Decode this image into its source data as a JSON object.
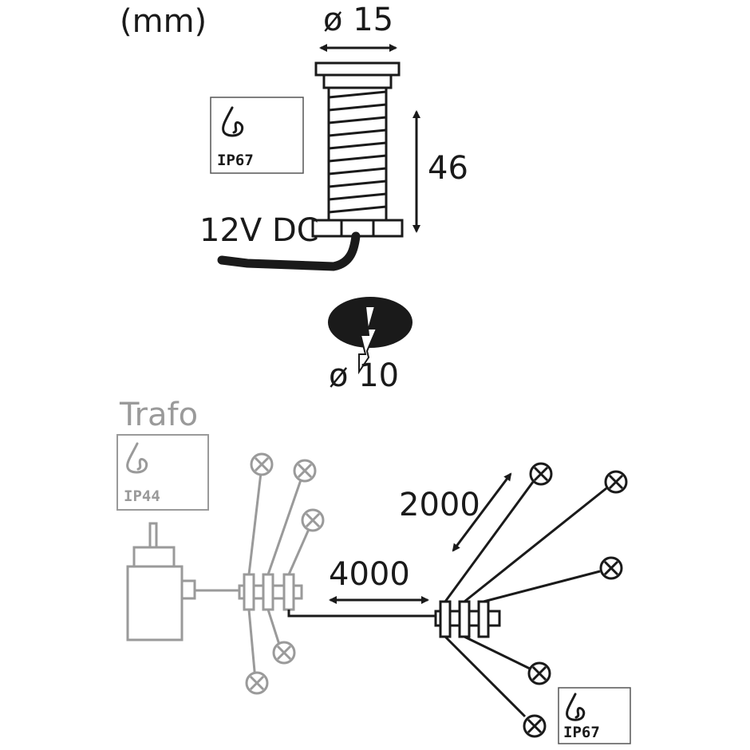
{
  "labels": {
    "unit": "(mm)",
    "diameter_top": "ø 15",
    "height": "46",
    "voltage": "12V DC",
    "cutout_diameter": "ø 10",
    "trafo": "Trafo",
    "trafo_rating": "IP44",
    "light_rating_top": "IP67",
    "light_rating_bottom": "IP67",
    "cable_length_short": "2000",
    "cable_length_long": "4000"
  },
  "colors": {
    "line": "#1a1a1a",
    "grey": "#9a9a9a",
    "background": "#ffffff"
  },
  "icons": {
    "water_drop": "water-drop-icon",
    "lamp": "lamp-cross-icon",
    "lightning": "lightning-icon"
  }
}
